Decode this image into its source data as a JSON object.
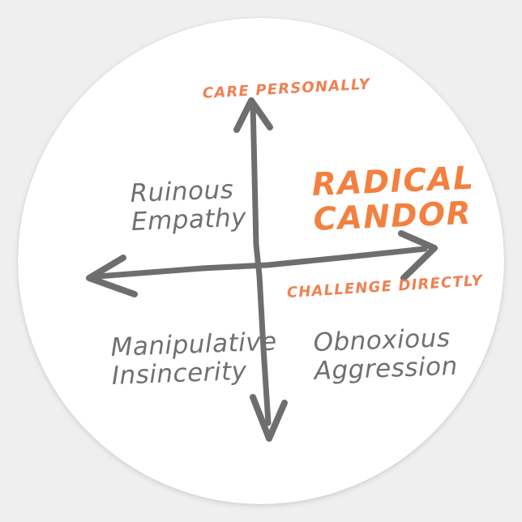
{
  "sticker": {
    "shape": "circle",
    "background_color": "#ffffff",
    "page_background_color": "#efefef"
  },
  "colors": {
    "accent_orange": "#f3803f",
    "axis_gray": "#6e6e6e",
    "text_gray": "#707070"
  },
  "chart_data": {
    "type": "scatter",
    "title": "",
    "subtitle": "",
    "xlabel": "CHALLENGE DIRECTLY",
    "ylabel": "CARE PERSONALLY",
    "xlim": [
      -1,
      1
    ],
    "ylim": [
      -1,
      1
    ],
    "grid": false,
    "legend": "none",
    "axis_style": "hand-drawn double-headed arrows crossing at origin",
    "quadrants": [
      {
        "id": "ruinous-empathy",
        "label": "Ruinous\nEmpathy",
        "position": "top-left",
        "care_personally": "high",
        "challenge_directly": "low",
        "color": "#707070",
        "emphasis": "normal"
      },
      {
        "id": "radical-candor",
        "label": "RADICAL\nCANDOR",
        "position": "top-right",
        "care_personally": "high",
        "challenge_directly": "high",
        "color": "#f3803f",
        "emphasis": "highlighted"
      },
      {
        "id": "manipulative-insincerity",
        "label": "Manipulative\nInsincerity",
        "position": "bottom-left",
        "care_personally": "low",
        "challenge_directly": "low",
        "color": "#707070",
        "emphasis": "normal"
      },
      {
        "id": "obnoxious-aggression",
        "label": "Obnoxious\nAggression",
        "position": "bottom-right",
        "care_personally": "low",
        "challenge_directly": "high",
        "color": "#707070",
        "emphasis": "normal"
      }
    ],
    "axes": [
      {
        "id": "vertical-axis",
        "label": "CARE PERSONALLY",
        "label_position": "top",
        "arrowheads": "both",
        "color": "#6e6e6e"
      },
      {
        "id": "horizontal-axis",
        "label": "CHALLENGE DIRECTLY",
        "label_position": "right-of-center",
        "arrowheads": "both",
        "color": "#6e6e6e"
      }
    ]
  },
  "labels": {
    "care_personally": "CARE PERSONALLY",
    "challenge_directly": "CHALLENGE DIRECTLY",
    "ruinous_empathy": "Ruinous\nEmpathy",
    "radical_candor": "RADICAL\nCANDOR",
    "manipulative_insincerity": "Manipulative\nInsincerity",
    "obnoxious_aggression": "Obnoxious\nAggression"
  }
}
